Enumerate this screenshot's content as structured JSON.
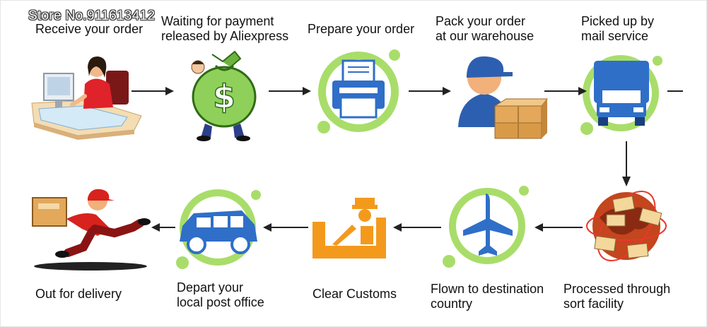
{
  "watermark": "Store No.911613412",
  "steps": [
    {
      "lines": [
        "Receive your order"
      ],
      "icon": "computer-user-icon"
    },
    {
      "lines": [
        "Waiting for payment",
        "released by Aliexpress"
      ],
      "icon": "money-bag-icon"
    },
    {
      "lines": [
        "Prepare your order"
      ],
      "icon": "printer-icon"
    },
    {
      "lines": [
        "Pack your order",
        "at our warehouse"
      ],
      "icon": "warehouse-worker-icon"
    },
    {
      "lines": [
        "Picked up by",
        "mail service"
      ],
      "icon": "truck-icon"
    },
    {
      "lines": [
        "Processed through",
        "sort facility"
      ],
      "icon": "globe-mail-icon"
    },
    {
      "lines": [
        "Flown to destination",
        "country"
      ],
      "icon": "airplane-icon"
    },
    {
      "lines": [
        "Clear Customs"
      ],
      "icon": "customs-icon"
    },
    {
      "lines": [
        "Depart your",
        "local post office"
      ],
      "icon": "car-icon"
    },
    {
      "lines": [
        "Out for delivery"
      ],
      "icon": "delivery-courier-icon"
    }
  ],
  "colors": {
    "green_accent": "#a9dd6a",
    "blue_icon": "#2f6fc8",
    "orange_customs": "#f39a1d",
    "arrow": "#222222"
  }
}
